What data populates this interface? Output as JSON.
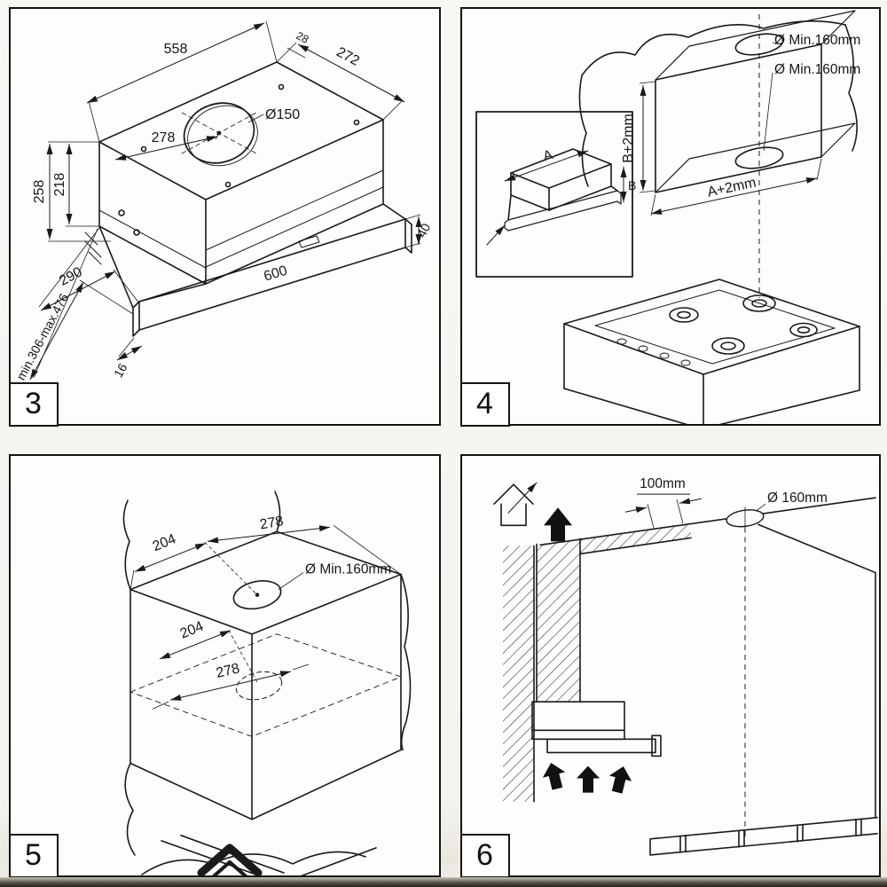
{
  "colors": {
    "line": "#1a1a1a",
    "paper": "#f6f4ef",
    "panel": "#fdfdfb"
  },
  "panels": {
    "p3": {
      "number": "3",
      "dims": {
        "w558": "558",
        "d272": "272",
        "s28": "28",
        "hole": "Ø150",
        "c278": "278",
        "h258": "258",
        "h218": "218",
        "d290": "290",
        "range": "min.306-max.476",
        "front": "600",
        "f40": "40",
        "f16": "16"
      }
    },
    "p4": {
      "number": "4",
      "labels": {
        "hole_top": "Ø Min.160mm",
        "hole_shelf": "Ø Min.160mm",
        "height": "B+2mm",
        "width": "A+2mm",
        "a": "A",
        "b": "B"
      }
    },
    "p5": {
      "number": "5",
      "labels": {
        "top_204": "204",
        "top_278": "278",
        "hole": "Ø Min.160mm",
        "in_204": "204",
        "in_278": "278"
      }
    },
    "p6": {
      "number": "6",
      "labels": {
        "offset": "100mm",
        "hole": "Ø 160mm"
      }
    }
  }
}
